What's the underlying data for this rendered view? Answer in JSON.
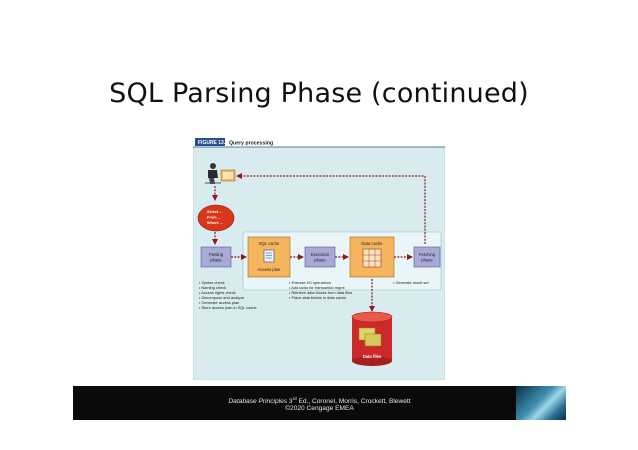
{
  "slide": {
    "title": "SQL Parsing Phase (continued)"
  },
  "figure": {
    "label": "FIGURE 13.2",
    "caption": "Query processing",
    "query_bubble": [
      "Select ...",
      "From ...",
      "Where ..."
    ],
    "boxes": {
      "parsing": [
        "Parsing",
        "phase"
      ],
      "sql_cache": "SQL cache",
      "access_plan": "Access plan",
      "execution": [
        "Execution",
        "phase"
      ],
      "data_cache": "Data cache",
      "fetching": [
        "Fetching",
        "phase"
      ],
      "data_files": "Data files"
    },
    "parsing_steps": [
      "• Syntax check",
      "• Naming check",
      "• Access rights check",
      "• Decompose and analyze",
      "• Generate access plan",
      "• Store access plan in SQL cache"
    ],
    "execution_steps": [
      "• Execute I/O operations",
      "• Add locks for transaction mgmt",
      "• Retrieve data blocks from data files",
      "• Place data blocks in data cache"
    ],
    "fetching_steps": [
      "• Generate result set"
    ]
  },
  "footer": {
    "book_title": "Database Principles",
    "edition": "3",
    "edition_suffix": "rd",
    "authors": " Ed., Coronel, Morris, Crockett, Blewett",
    "copyright": "©2020 Cengage EMEA"
  },
  "colors": {
    "figure_bg": "#d8ecf0",
    "panel_border": "#9bb8c4",
    "header_blue": "#2a4f8c",
    "box_purple": "#a9a9d8",
    "cache_orange": "#f4b55e",
    "arrow_red": "#8b1a1a",
    "bubble_red": "#d9371c",
    "db_red": "#cc2a2a",
    "footer_bg": "#0a0a0a"
  }
}
